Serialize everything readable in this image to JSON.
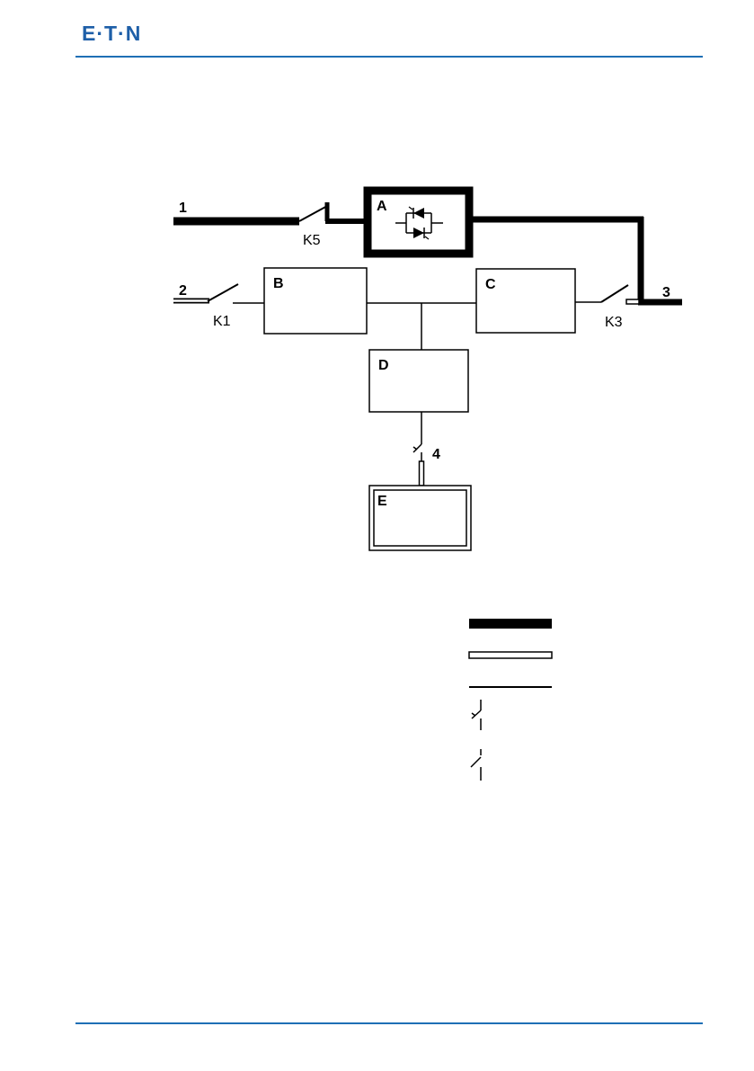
{
  "header": {
    "logo_text": "E·T·N",
    "brand_color": "#1e6fb5"
  },
  "diagram": {
    "terminals": [
      "1",
      "2",
      "3",
      "4"
    ],
    "switches": [
      "K5",
      "K1",
      "K3"
    ],
    "blocks": [
      "A",
      "B",
      "C",
      "D",
      "E"
    ]
  }
}
